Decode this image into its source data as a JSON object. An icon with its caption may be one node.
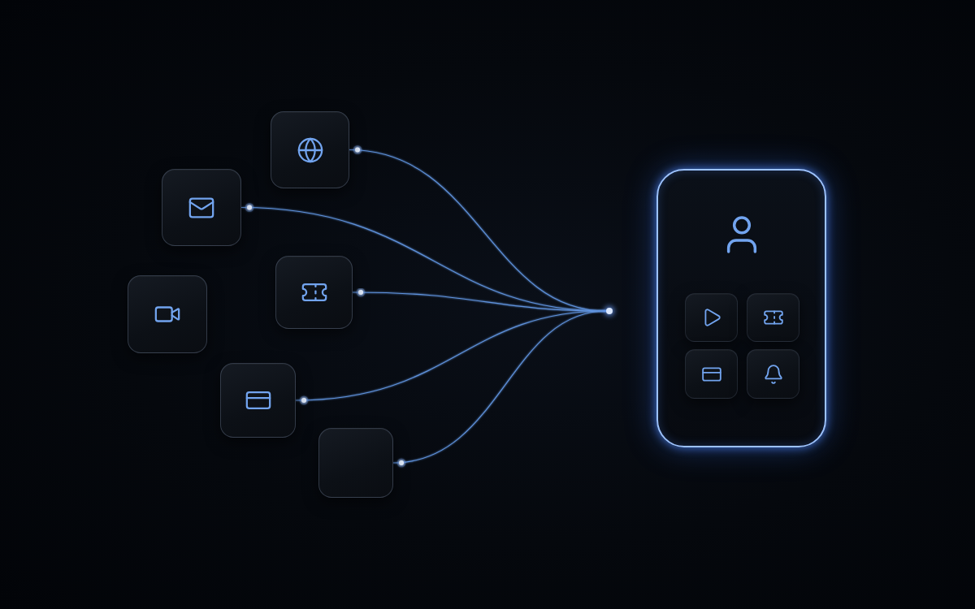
{
  "diagram": {
    "nodes": [
      {
        "text": [],
        "shape": "box"
      },
      {
        "text": [],
        "shape": "box"
      },
      {
        "text": [],
        "shape": "box"
      },
      {
        "text": [],
        "shape": "box"
      },
      {
        "text": [],
        "shape": "box"
      },
      {
        "text": [],
        "shape": "box"
      },
      {
        "text": [],
        "shape": "circle"
      },
      {
        "text": [],
        "shape": "phone"
      },
      {
        "text": [],
        "shape": "box",
        "in": 7
      },
      {
        "text": [],
        "shape": "box",
        "in": 7
      },
      {
        "text": [],
        "shape": "box",
        "in": 7
      },
      {
        "text": [],
        "shape": "box",
        "in": 7
      }
    ],
    "edges": [
      {
        "from": 0,
        "to": 6,
        "arrow": "other"
      },
      {
        "from": 1,
        "to": 6,
        "arrow": "other"
      },
      {
        "from": 2,
        "to": 6,
        "arrow": "other"
      },
      {
        "from": 3,
        "to": 2,
        "arrow": "other"
      },
      {
        "from": 4,
        "to": 6,
        "arrow": "other"
      },
      {
        "from": 5,
        "to": 6,
        "arrow": "other"
      },
      {
        "from": 6,
        "to": 7,
        "arrow": "none"
      }
    ]
  }
}
